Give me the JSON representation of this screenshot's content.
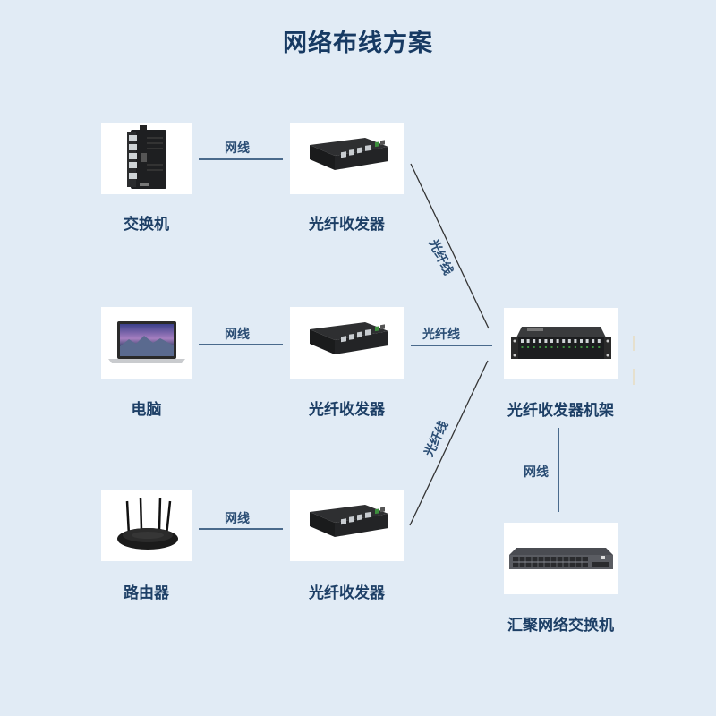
{
  "title": "网络布线方案",
  "devices": {
    "switch": {
      "label": "交换机",
      "icon": "industrial-switch-icon"
    },
    "transceiver_1": {
      "label": "光纤收发器",
      "icon": "fiber-transceiver-icon"
    },
    "computer": {
      "label": "电脑",
      "icon": "laptop-icon"
    },
    "transceiver_2": {
      "label": "光纤收发器",
      "icon": "fiber-transceiver-icon"
    },
    "router": {
      "label": "路由器",
      "icon": "router-icon"
    },
    "transceiver_3": {
      "label": "光纤收发器",
      "icon": "fiber-transceiver-icon"
    },
    "rack": {
      "label": "光纤收发器机架",
      "icon": "transceiver-rack-icon"
    },
    "core_switch": {
      "label": "汇聚网络交换机",
      "icon": "rack-switch-icon"
    }
  },
  "connections": {
    "switch_to_transceiver_1": "网线",
    "computer_to_transceiver_2": "网线",
    "router_to_transceiver_3": "网线",
    "transceiver_1_to_rack": "光纤线",
    "transceiver_2_to_rack": "光纤线",
    "transceiver_3_to_rack": "光纤线",
    "rack_to_core_switch": "网线"
  },
  "colors": {
    "background": "#e1ebf5",
    "title": "#173a63",
    "copper_line": "#4a6a8c",
    "fiber_line": "#333333"
  }
}
